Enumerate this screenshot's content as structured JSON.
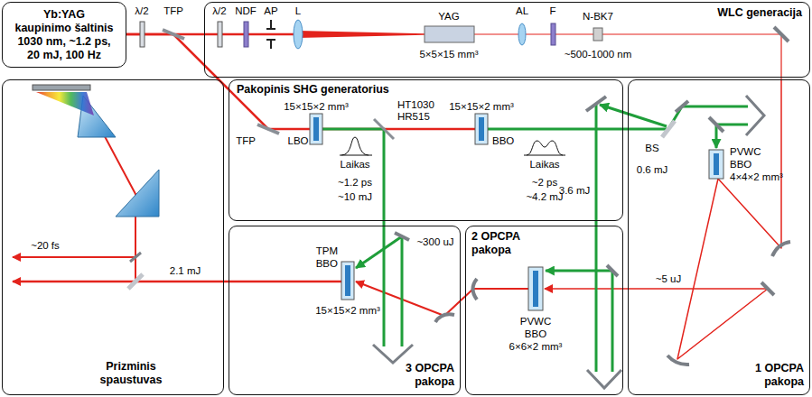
{
  "diagram": {
    "nodes": [
      {
        "text": [
          "Yb:YAG kaupinimo šaltinis 1030 nm, ~1.2 ps, 20 mJ, 100 Hz"
        ]
      },
      {
        "text": [
          "WLC generacija"
        ]
      },
      {
        "text": [
          "Prizminis spaustuvas"
        ]
      },
      {
        "text": [
          "Pakopinis SHG generatorius"
        ]
      },
      {
        "text": [
          "1 OPCPA pakopa"
        ]
      },
      {
        "text": [
          "3 OPCPA pakopa"
        ]
      },
      {
        "text": [
          "2 OPCPA pakopa"
        ]
      }
    ],
    "edges": [
      {
        "from": 0,
        "to": 1,
        "arrow": "none"
      },
      {
        "from": 0,
        "to": 3,
        "arrow": "none"
      },
      {
        "from": 1,
        "to": 4,
        "arrow": "none"
      },
      {
        "from": 3,
        "to": 4,
        "arrow": "none"
      },
      {
        "from": 4,
        "to": 6,
        "arrow": "none"
      },
      {
        "from": 3,
        "to": 6,
        "arrow": "none"
      },
      {
        "from": 6,
        "to": 5,
        "arrow": "none"
      },
      {
        "from": 3,
        "to": 5,
        "arrow": "none"
      },
      {
        "from": 5,
        "to": 2,
        "arrow": "none"
      }
    ],
    "labels": [
      "λ/2",
      "TFP",
      "λ/2",
      "NDF",
      "AP",
      "L",
      "YAG",
      "5×5×15 mm³",
      "AL",
      "F",
      "N-BK7",
      "~500-1000 nm",
      "15×15×2 mm³",
      "HT1030",
      "HR515",
      "15×15×2 mm³",
      "TFP",
      "LBO",
      "BBO",
      "Laikas",
      "Laikas",
      "~1.2 ps",
      "~10 mJ",
      "~2 ps",
      "~4.2 mJ",
      "3.6 mJ",
      "BS",
      "PVWC",
      "BBO",
      "4×4×2 mm³",
      "0.6 mJ",
      "~300 uJ",
      "~20 fs",
      "TPM",
      "BBO",
      "15×15×2 mm³",
      "2.1 mJ",
      "~5 uJ",
      "PVWC",
      "BBO",
      "6×6×2 mm³"
    ]
  }
}
